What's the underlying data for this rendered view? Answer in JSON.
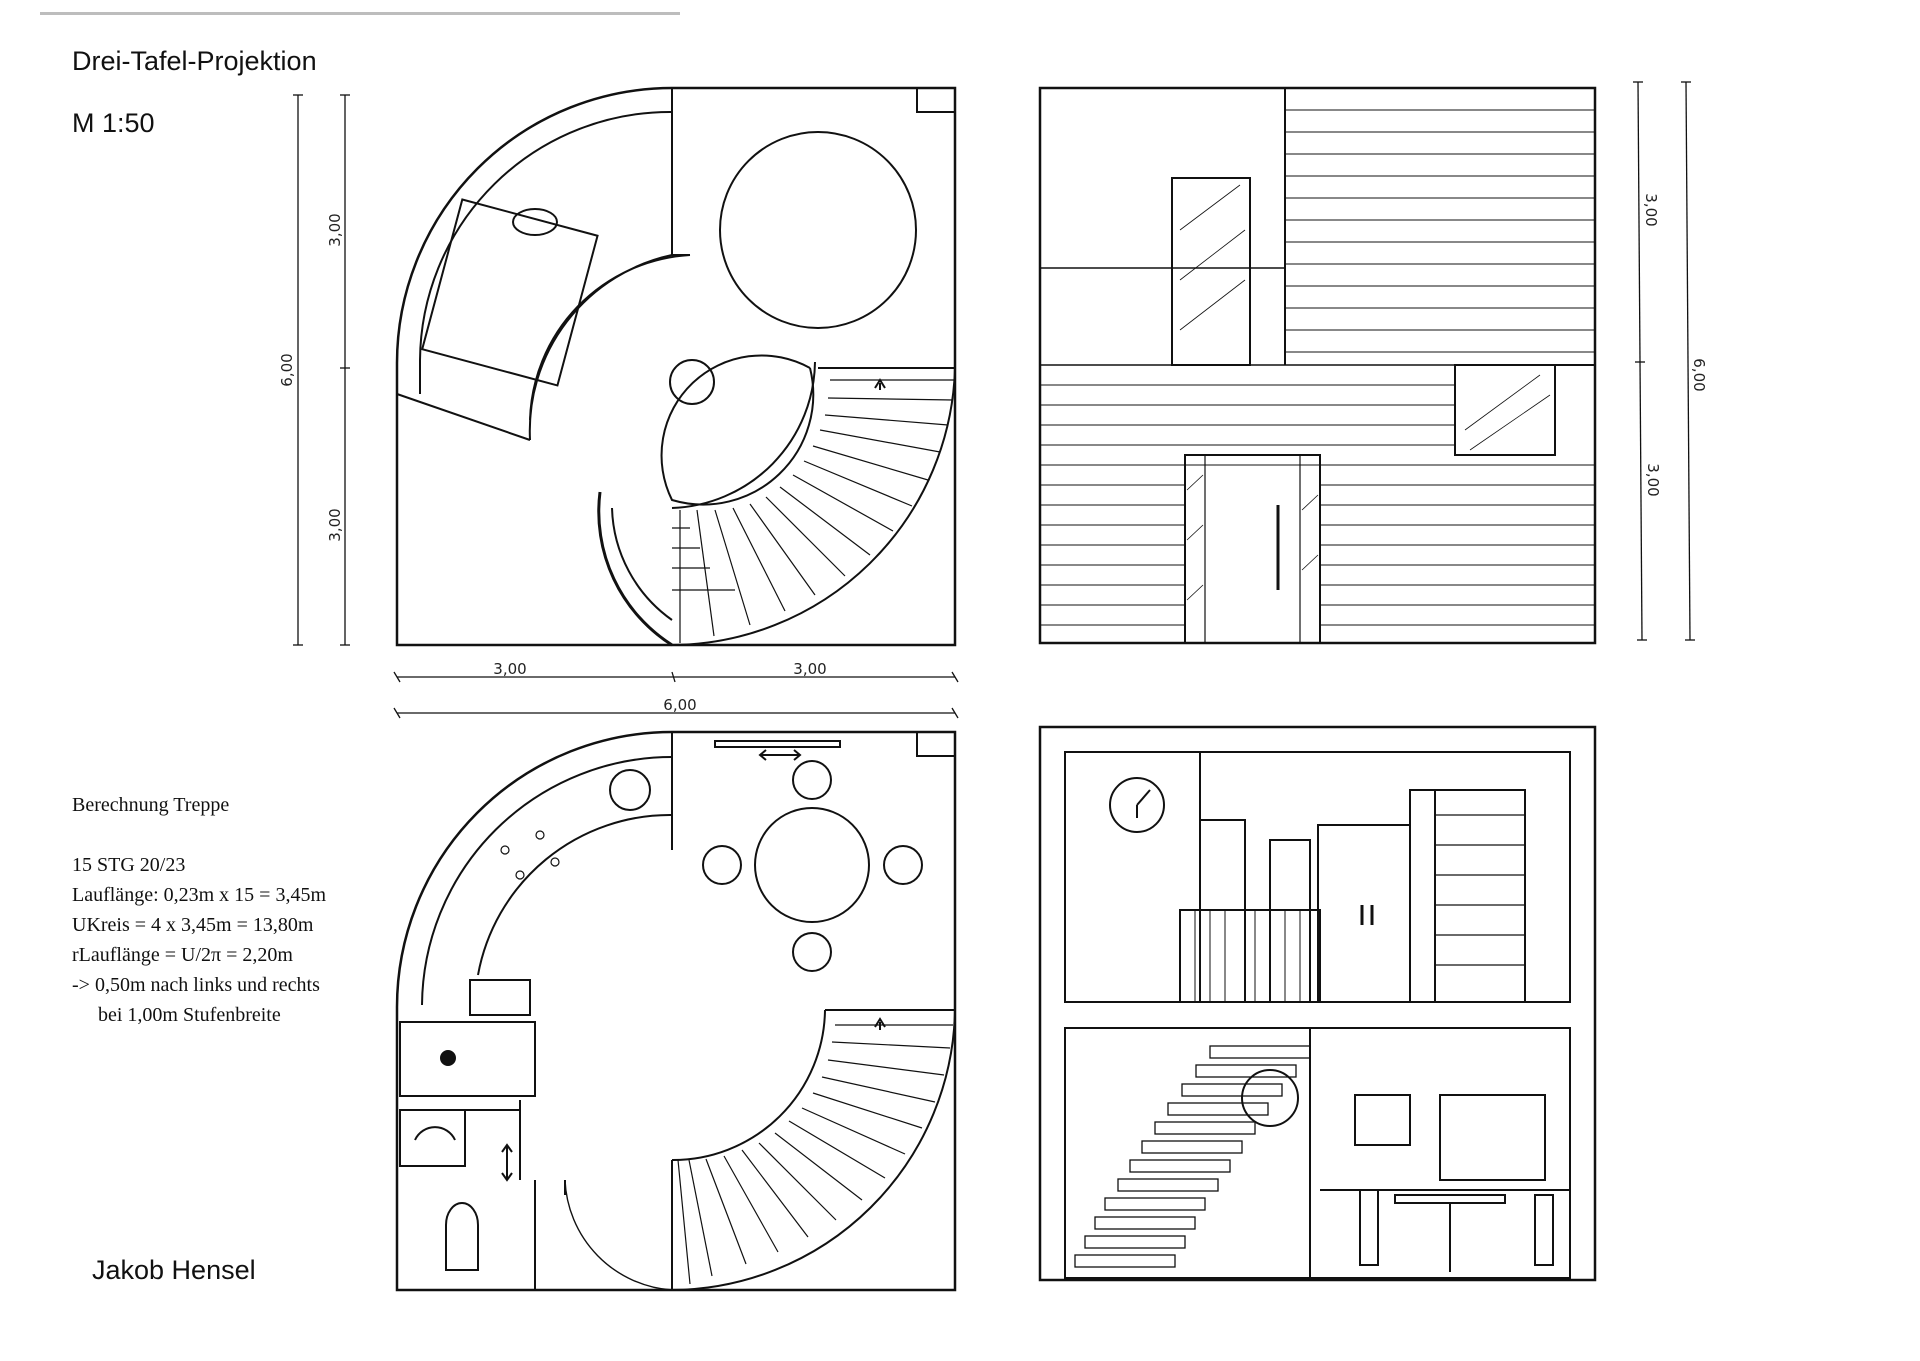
{
  "sheet": {
    "title": "Drei-Tafel-Projektion",
    "scale": "M 1:50",
    "author": "Jakob Hensel"
  },
  "dimensions": {
    "plan_horizontal": [
      "3,00",
      "3,00"
    ],
    "plan_total": "6,00",
    "plan_vertical": [
      "3,00",
      "3,00"
    ],
    "plan_vertical_total": "6,00",
    "elevation_vertical": [
      "3,00",
      "3,00"
    ],
    "elevation_vertical_total": "6,00"
  },
  "calculation": {
    "heading": "Berechnung Treppe",
    "lines": [
      "15 STG 20/23",
      "Lauflänge: 0,23m x 15 = 3,45m",
      "UKreis = 4 x 3,45m = 13,80m",
      "rLauflänge = U/2π = 2,20m",
      "-> 0,50m nach links und rechts",
      "bei 1,00m Stufenbreite"
    ]
  }
}
